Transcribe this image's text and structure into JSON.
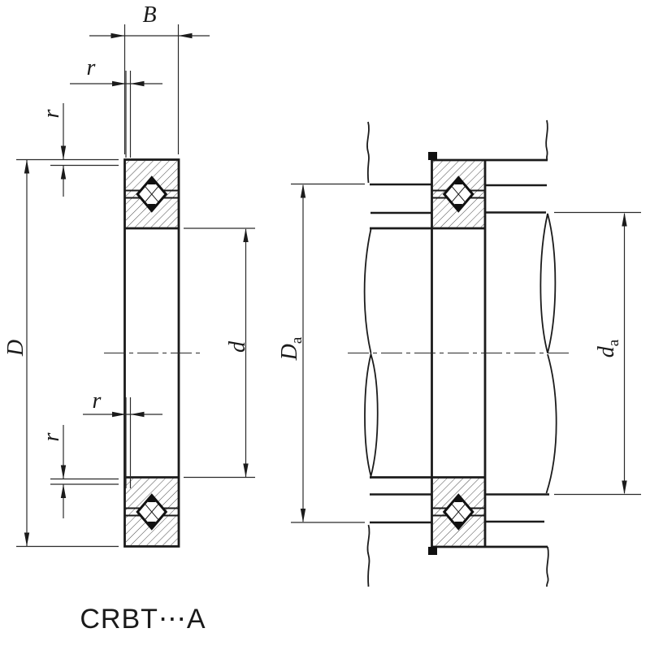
{
  "diagram": {
    "caption": "CRBT⋯A",
    "labels": {
      "width": "B",
      "chamfer": "r",
      "outer_diameter": "D",
      "bore_diameter": "d",
      "housing_shoulder_main": "D",
      "housing_shoulder_sub": "a",
      "shaft_shoulder_main": "d",
      "shaft_shoulder_sub": "a"
    }
  }
}
